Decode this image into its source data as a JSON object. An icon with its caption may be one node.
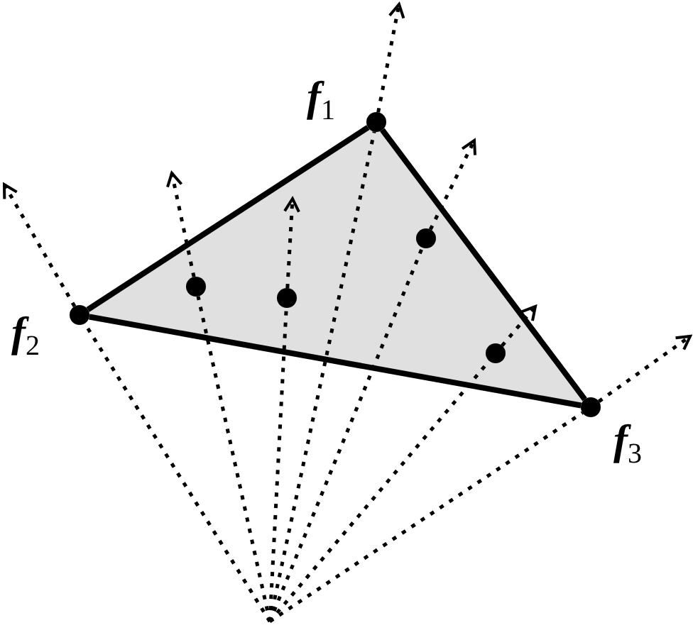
{
  "diagram": {
    "nodes": [
      {
        "text": [
          "*f*$_{1}$"
        ]
      },
      {
        "text": [
          "*f*$_{2}$"
        ]
      },
      {
        "text": [
          "*f*$_{3}$"
        ]
      },
      {
        "text": [],
        "shape": "circle"
      },
      {
        "text": [],
        "shape": "circle"
      },
      {
        "text": [],
        "shape": "circle"
      },
      {
        "text": [],
        "shape": "circle"
      }
    ],
    "edges": [
      {
        "from": 0,
        "to": 1,
        "arrow": "none"
      },
      {
        "from": 1,
        "to": 2,
        "arrow": "none"
      },
      {
        "from": 2,
        "to": 0,
        "arrow": "none"
      },
      {
        "from": null,
        "to": 1,
        "arrow": "none",
        "style": "dashed"
      },
      {
        "from": 1,
        "to": null,
        "arrow": "to",
        "style": "dashed"
      },
      {
        "from": null,
        "to": 3,
        "arrow": "none",
        "style": "dashed"
      },
      {
        "from": 3,
        "to": null,
        "arrow": "to",
        "style": "dashed"
      },
      {
        "from": null,
        "to": 4,
        "arrow": "none",
        "style": "dashed"
      },
      {
        "from": 4,
        "to": null,
        "arrow": "to",
        "style": "dashed"
      },
      {
        "from": null,
        "to": 0,
        "arrow": "none",
        "style": "dashed"
      },
      {
        "from": 0,
        "to": null,
        "arrow": "to",
        "style": "dashed"
      },
      {
        "from": null,
        "to": 5,
        "arrow": "none",
        "style": "dashed"
      },
      {
        "from": 5,
        "to": null,
        "arrow": "to",
        "style": "dashed"
      },
      {
        "from": null,
        "to": 6,
        "arrow": "none",
        "style": "dashed"
      },
      {
        "from": 6,
        "to": null,
        "arrow": "to",
        "style": "dashed"
      },
      {
        "from": null,
        "to": 2,
        "arrow": "none",
        "style": "dashed"
      },
      {
        "from": 2,
        "to": null,
        "arrow": "to",
        "style": "dashed"
      }
    ]
  }
}
